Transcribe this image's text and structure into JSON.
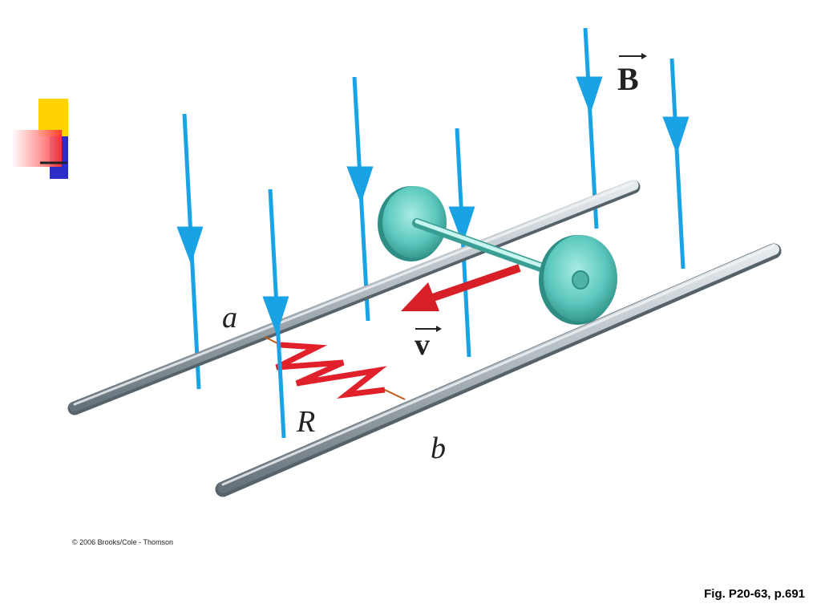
{
  "labels": {
    "field": "B",
    "velocity": "v",
    "rail_top": "a",
    "rail_bottom": "b",
    "resistor": "R"
  },
  "copyright": "© 2006 Brooks/Cole - Thomson",
  "caption": "Fig. P20-63, p.691",
  "colors": {
    "field_arrow": "#1aa3e4",
    "rail": "#a8b3bb",
    "resistor": "#e0202a",
    "axle_wheels": "#5cc8bd",
    "velocity_arrow": "#d61f26"
  }
}
